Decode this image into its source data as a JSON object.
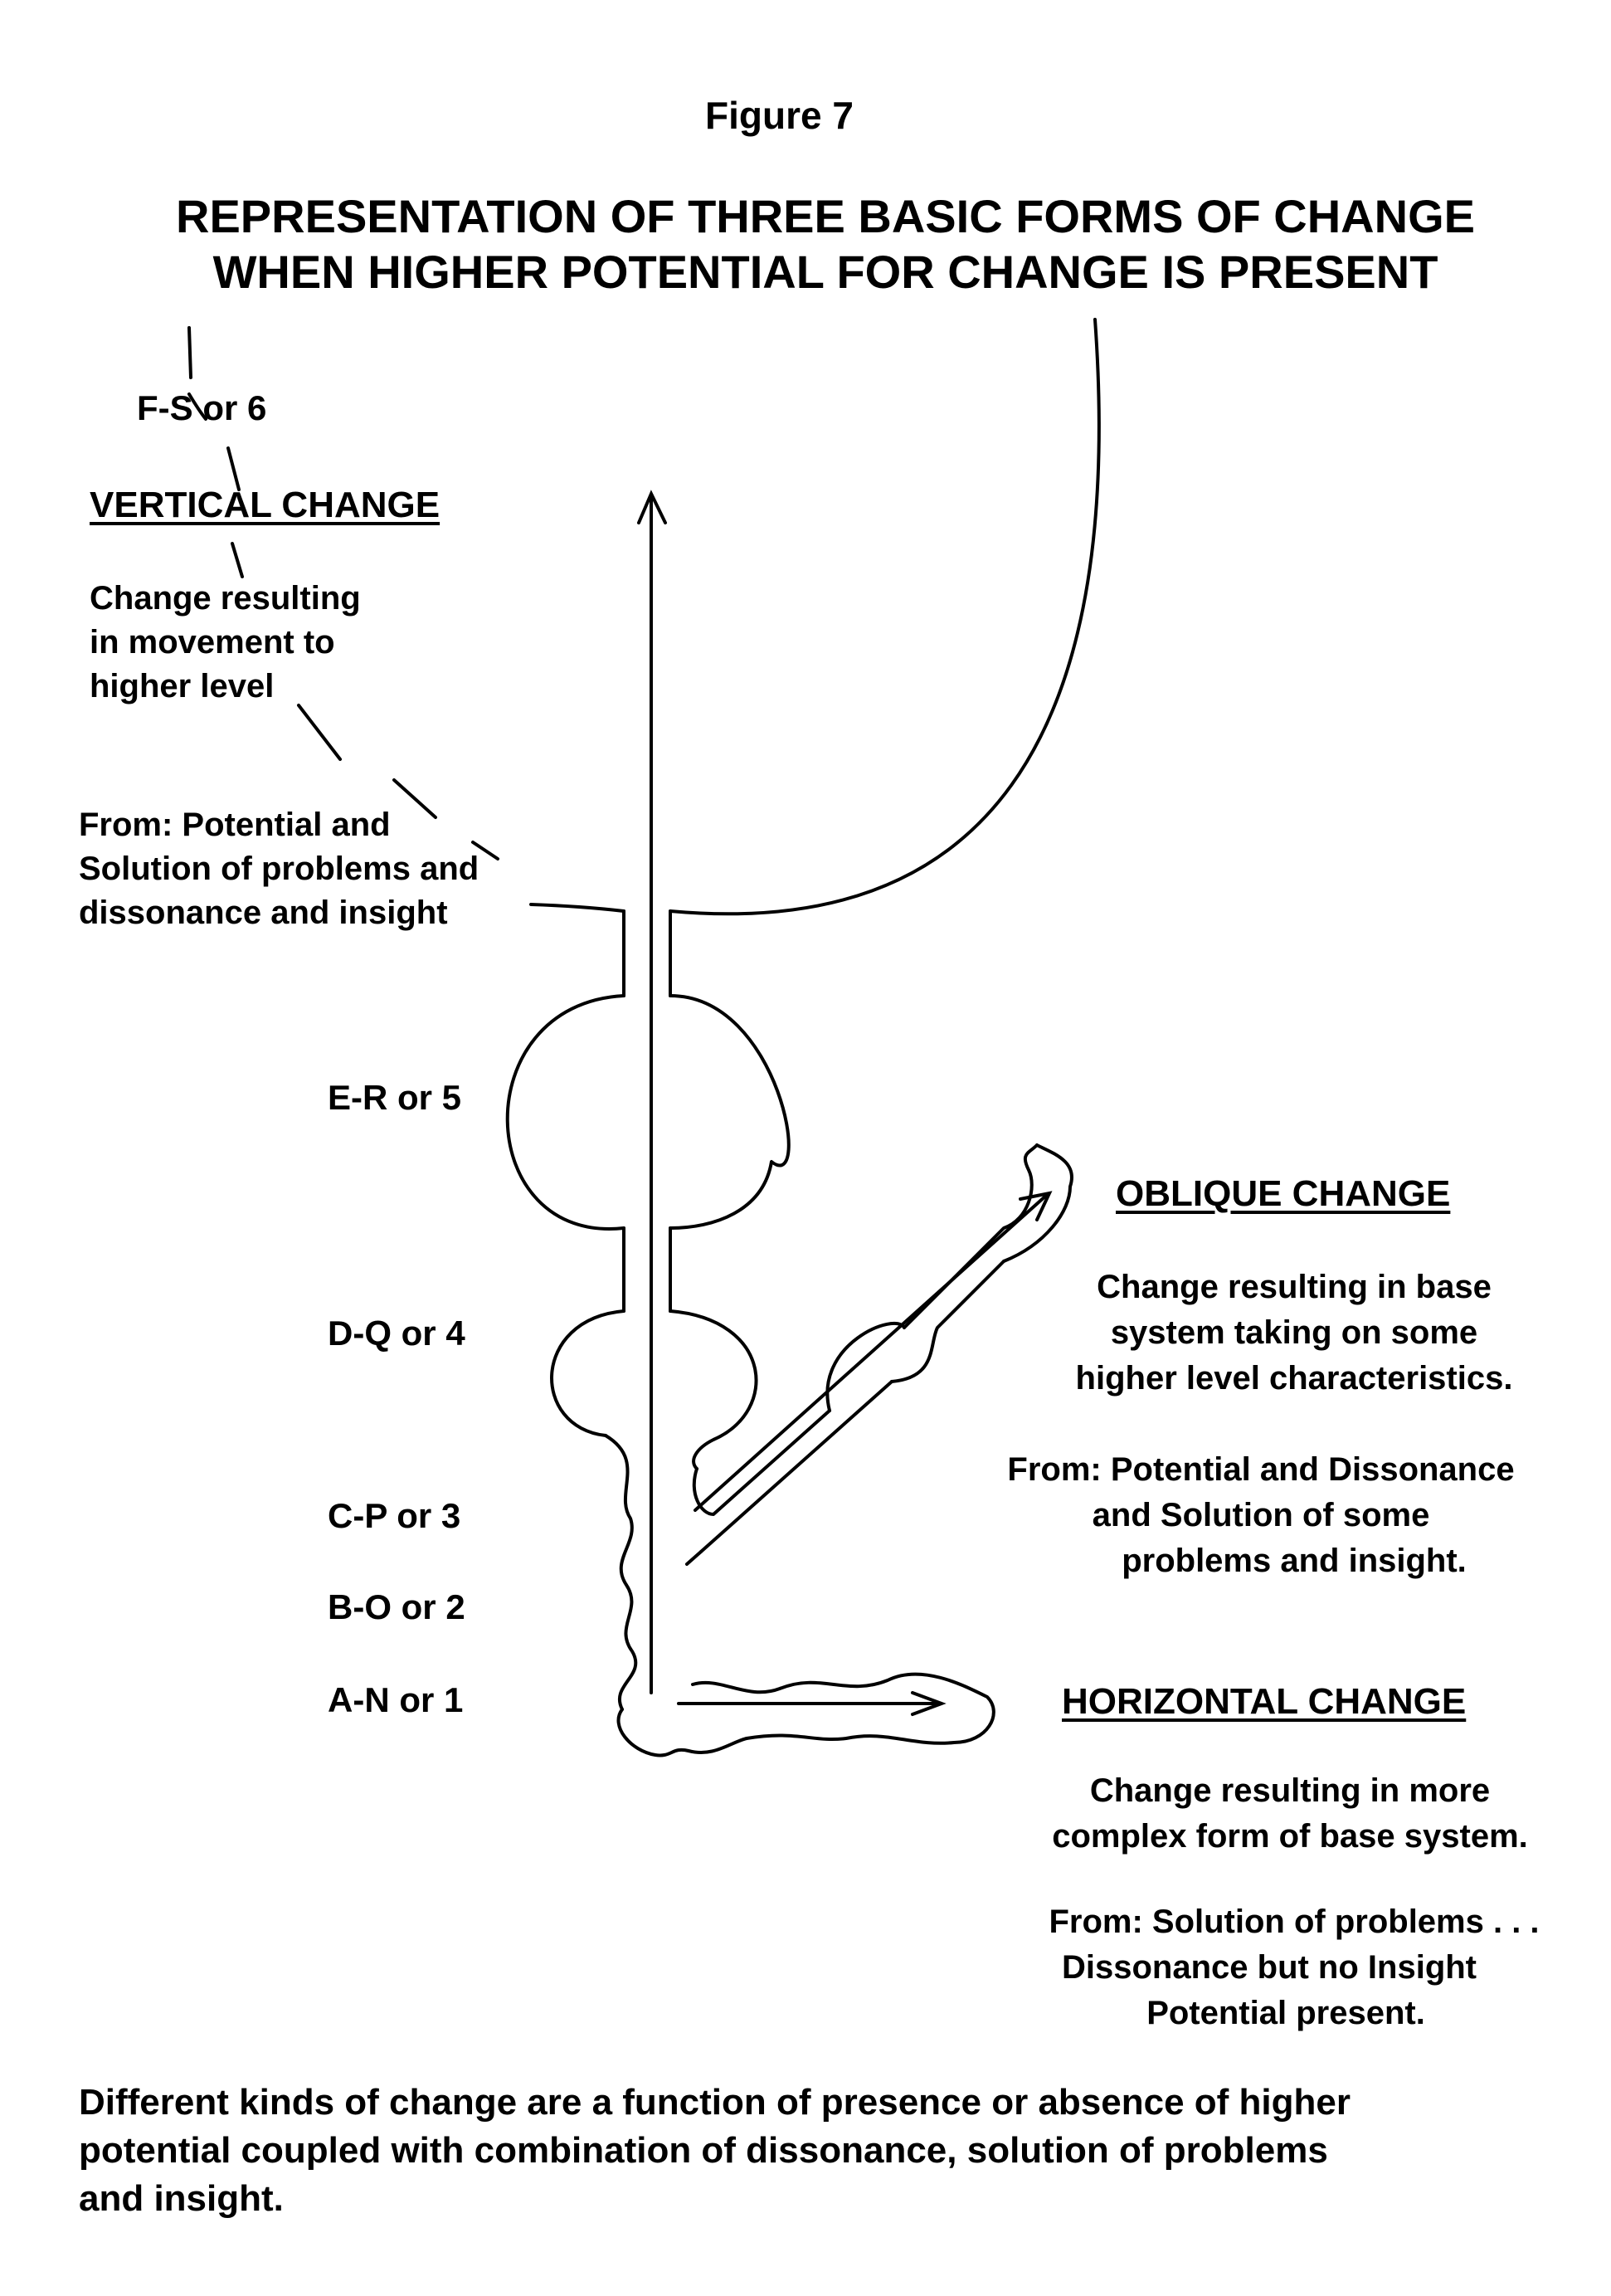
{
  "figure_label": "Figure 7",
  "title_line1": "REPRESENTATION OF THREE BASIC FORMS OF CHANGE",
  "title_line2": "WHEN HIGHER POTENTIAL FOR CHANGE IS PRESENT",
  "levels": [
    {
      "label": "F-S or 6"
    },
    {
      "label": "E-R or 5"
    },
    {
      "label": "D-Q or 4"
    },
    {
      "label": "C-P or 3"
    },
    {
      "label": "B-O or 2"
    },
    {
      "label": "A-N or 1"
    }
  ],
  "vertical": {
    "heading": "VERTICAL CHANGE",
    "desc": [
      "Change resulting",
      "in movement to",
      "higher level"
    ],
    "from": [
      "From: Potential and",
      "Solution of problems and",
      "dissonance and insight"
    ]
  },
  "oblique": {
    "heading": "OBLIQUE CHANGE",
    "desc": [
      "Change  resulting in base",
      "system taking on some",
      "higher level characteristics."
    ],
    "from": [
      "From: Potential and Dissonance",
      "and Solution of some",
      "problems and insight."
    ]
  },
  "horizontal": {
    "heading": "HORIZONTAL CHANGE",
    "desc": [
      "Change resulting in more",
      "complex form of base system."
    ],
    "from": [
      "From: Solution of problems . . .",
      "Dissonance but no Insight",
      "Potential present."
    ]
  },
  "footer": [
    "Different kinds of change are a function of presence or absence of higher",
    "potential coupled with combination of dissonance, solution of problems",
    "and insight."
  ]
}
